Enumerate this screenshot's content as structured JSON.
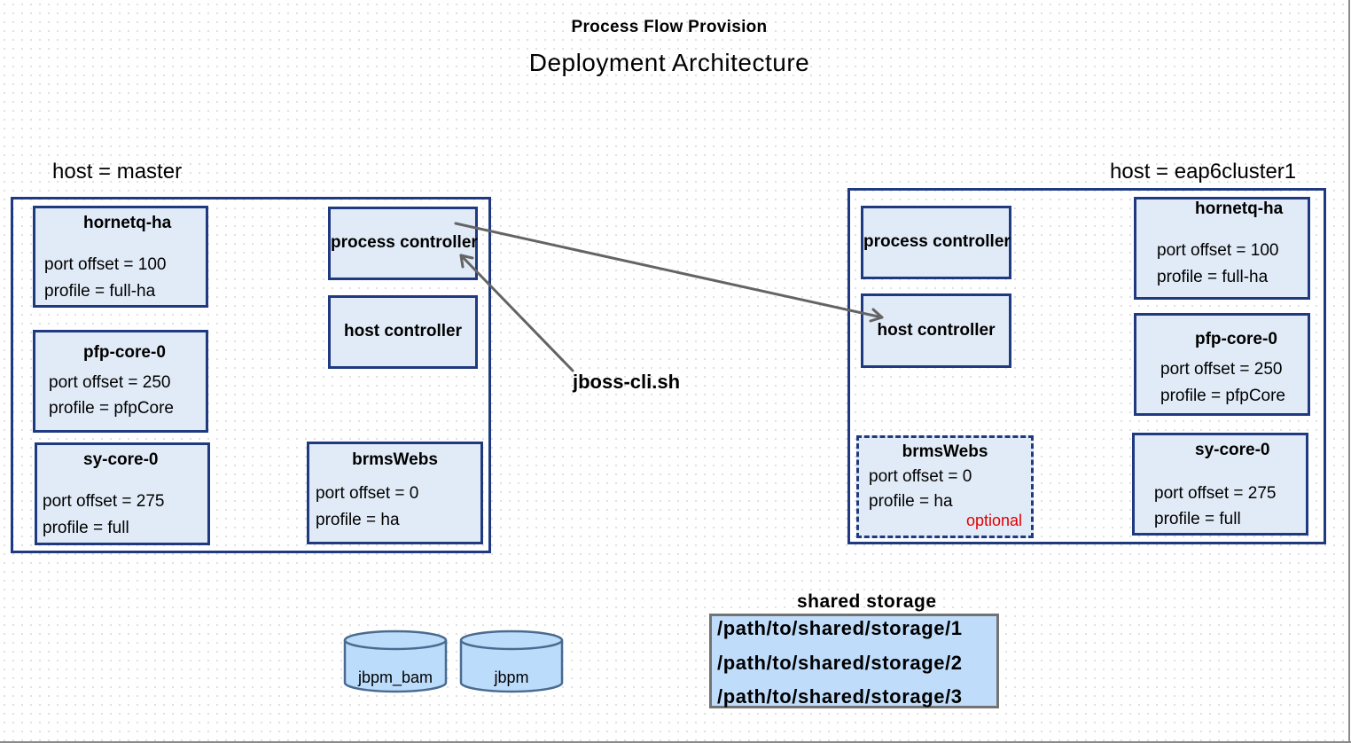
{
  "diagram": {
    "supertitle": "Process Flow Provision",
    "title": "Deployment Architecture"
  },
  "hosts": {
    "master": {
      "label": "host = master",
      "nodes": {
        "hornetq": {
          "title": "hornetq-ha",
          "port": "port offset = 100",
          "profile": "profile = full-ha"
        },
        "pfp": {
          "title": "pfp-core-0",
          "port": "port offset = 250",
          "profile": "profile = pfpCore"
        },
        "sy": {
          "title": "sy-core-0",
          "port": "port offset = 275",
          "profile": "profile = full"
        },
        "process_controller": {
          "title": "process controller"
        },
        "host_controller": {
          "title": "host controller"
        },
        "brms": {
          "title": "brmsWebs",
          "port": "port offset = 0",
          "profile": "profile = ha"
        }
      }
    },
    "eap6cluster1": {
      "label": "host = eap6cluster1",
      "nodes": {
        "process_controller": {
          "title": "process controller"
        },
        "host_controller": {
          "title": "host controller"
        },
        "brms": {
          "title": "brmsWebs",
          "port": "port offset = 0",
          "profile": "profile = ha",
          "note": "optional"
        },
        "hornetq": {
          "title": "hornetq-ha",
          "port": "port offset = 100",
          "profile": "profile = full-ha"
        },
        "pfp": {
          "title": "pfp-core-0",
          "port": "port offset = 250",
          "profile": "profile = pfpCore"
        },
        "sy": {
          "title": "sy-core-0",
          "port": "port offset = 275",
          "profile": "profile = full"
        }
      }
    }
  },
  "cli": {
    "label": "jboss-cli.sh"
  },
  "storage": {
    "title": "shared storage",
    "paths": [
      "/path/to/shared/storage/1",
      "/path/to/shared/storage/2",
      "/path/to/shared/storage/3"
    ]
  },
  "databases": [
    "jbpm_bam",
    "jbpm"
  ],
  "colors": {
    "border": "#1f3a80",
    "node_fill": "#e1ebf7",
    "storage_fill": "#bfddfb",
    "db_fill": "#bcdcfc",
    "arrow": "#646464",
    "optional": "#e00000"
  }
}
